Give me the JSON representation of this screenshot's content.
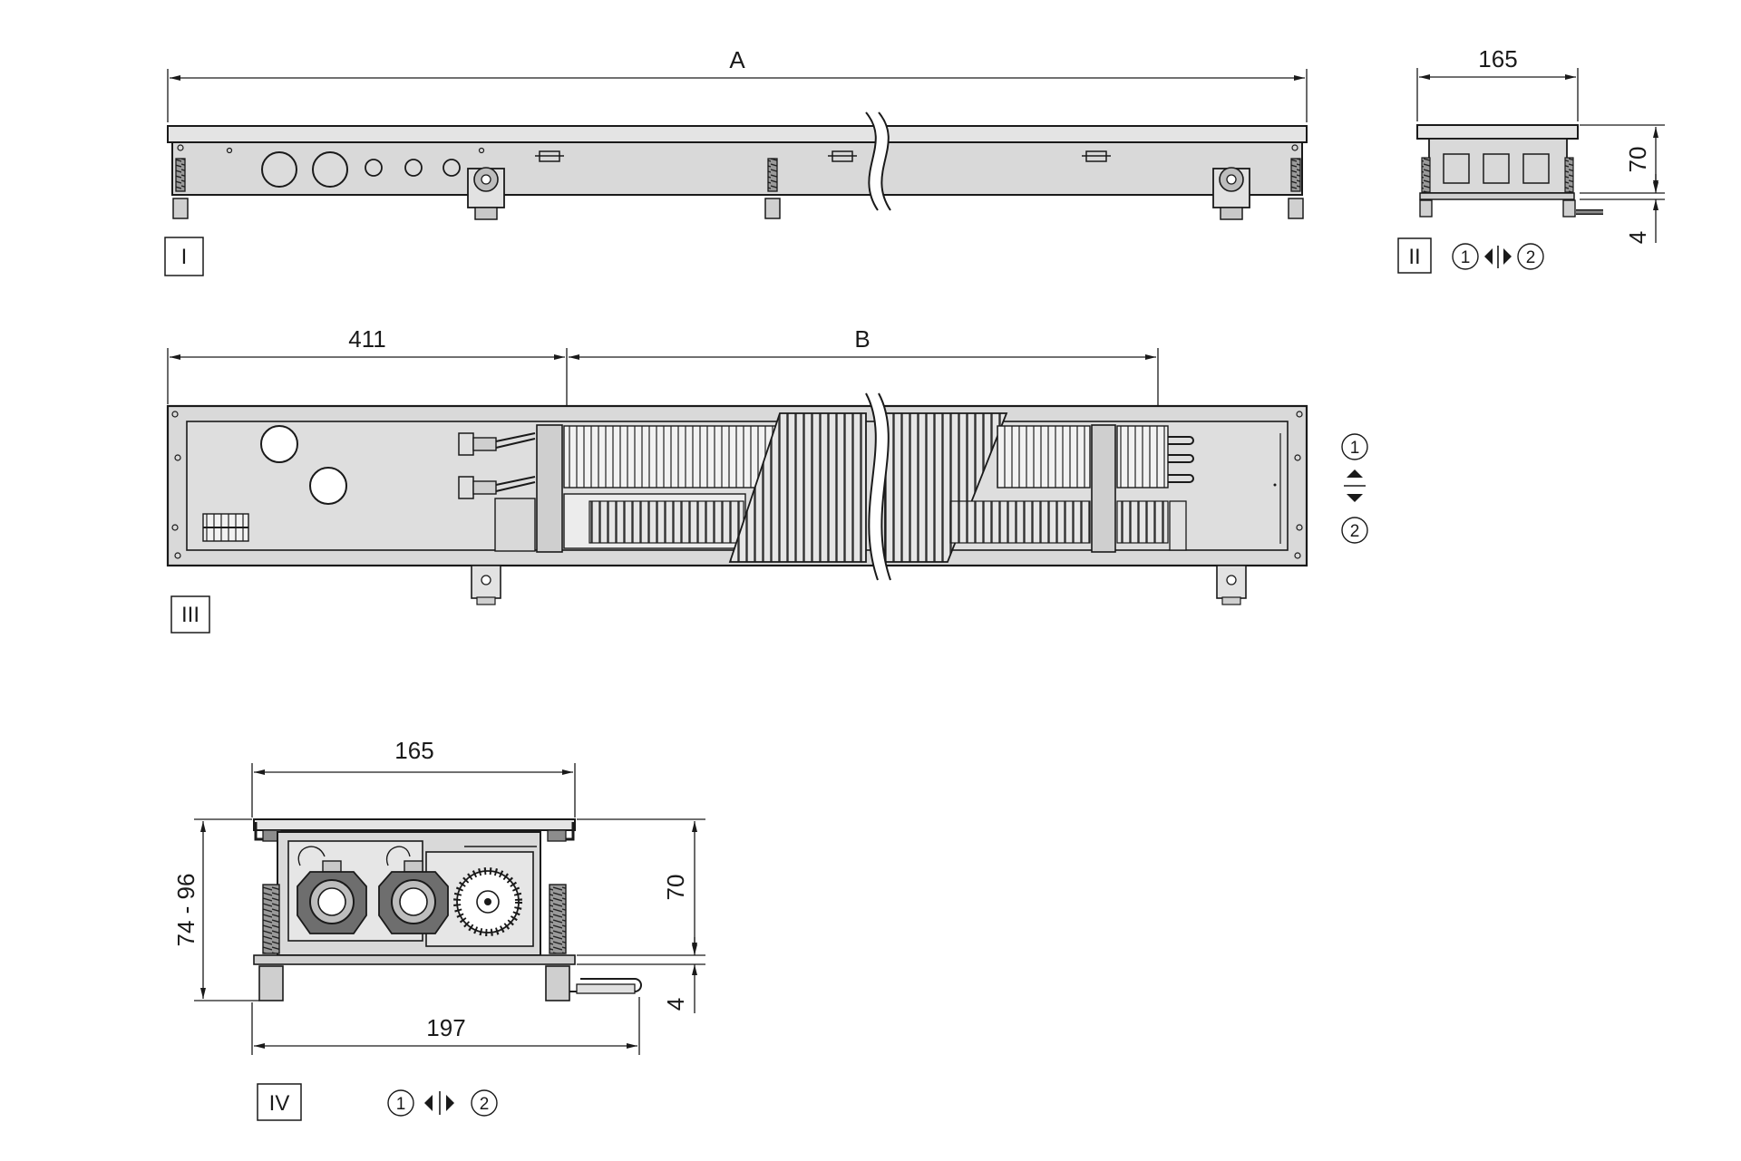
{
  "colors": {
    "line": "#1a1a1a",
    "body_fill": "#d9d9d9",
    "dark_fill": "#8c8c8c",
    "background": "#ffffff"
  },
  "views": {
    "view_1": {
      "label": "I",
      "dim_length": "A"
    },
    "view_2": {
      "label": "II",
      "dim_width": "165",
      "dim_height": "70",
      "dim_foot": "4",
      "flow_from": "1",
      "flow_to": "2"
    },
    "view_3": {
      "label": "III",
      "dim_offset": "411",
      "dim_length": "B",
      "flow_from": "1",
      "flow_to": "2"
    },
    "view_4": {
      "label": "IV",
      "dim_width": "165",
      "dim_height_range": "74 - 96",
      "dim_height": "70",
      "dim_foot": "4",
      "dim_total_width": "197",
      "flow_from": "1",
      "flow_to": "2"
    }
  }
}
